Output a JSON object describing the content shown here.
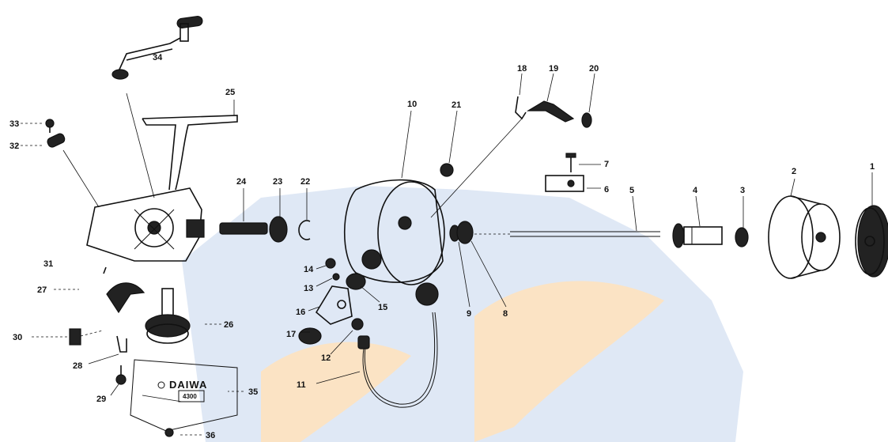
{
  "diagram": {
    "brand_text": "DAIWA",
    "model_text": "4300",
    "watermark": {
      "colors": {
        "blue": "#dfe8f5",
        "orange": "#fbe3c4"
      }
    },
    "parts": [
      {
        "n": "1"
      },
      {
        "n": "2"
      },
      {
        "n": "3"
      },
      {
        "n": "4"
      },
      {
        "n": "5"
      },
      {
        "n": "6"
      },
      {
        "n": "7"
      },
      {
        "n": "8"
      },
      {
        "n": "9"
      },
      {
        "n": "10"
      },
      {
        "n": "11"
      },
      {
        "n": "12"
      },
      {
        "n": "13"
      },
      {
        "n": "14"
      },
      {
        "n": "15"
      },
      {
        "n": "16"
      },
      {
        "n": "17"
      },
      {
        "n": "18"
      },
      {
        "n": "19"
      },
      {
        "n": "20"
      },
      {
        "n": "21"
      },
      {
        "n": "22"
      },
      {
        "n": "23"
      },
      {
        "n": "24"
      },
      {
        "n": "25"
      },
      {
        "n": "26"
      },
      {
        "n": "27"
      },
      {
        "n": "28"
      },
      {
        "n": "29"
      },
      {
        "n": "30"
      },
      {
        "n": "31"
      },
      {
        "n": "32"
      },
      {
        "n": "33"
      },
      {
        "n": "34"
      },
      {
        "n": "35"
      },
      {
        "n": "36"
      }
    ]
  }
}
